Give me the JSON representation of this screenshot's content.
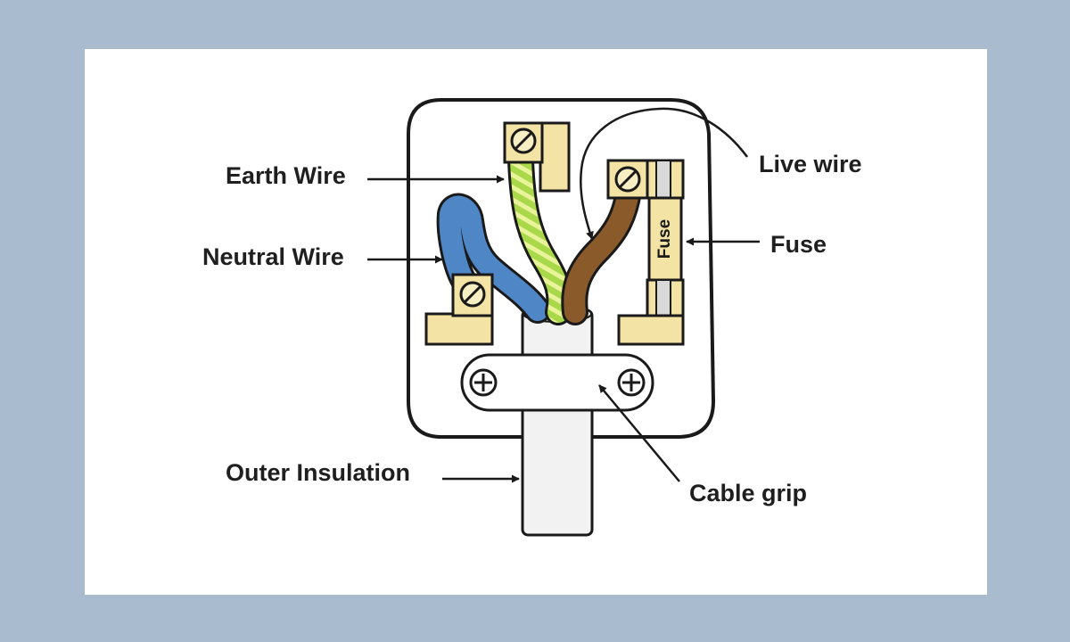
{
  "labels": {
    "earth": "Earth Wire",
    "neutral": "Neutral Wire",
    "live": "Live wire",
    "fuse": "Fuse",
    "outer": "Outer Insulation",
    "grip": "Cable grip"
  },
  "fuse_marking": "Fuse",
  "colors": {
    "background": "#a9bccf",
    "terminal": "#f3e3a4",
    "earth_wire": "#a9d84a",
    "neutral_wire": "#4f86c6",
    "live_wire": "#8a5a2b"
  },
  "icons": [
    "screw-icon",
    "arrow-icon"
  ]
}
